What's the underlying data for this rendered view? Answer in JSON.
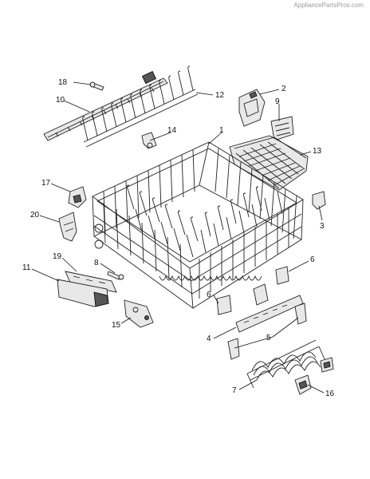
{
  "watermark": "AppliancePartsPros.com",
  "callouts": [
    {
      "id": "c18",
      "label": "18"
    },
    {
      "id": "c10",
      "label": "10"
    },
    {
      "id": "c12",
      "label": "12"
    },
    {
      "id": "c2",
      "label": "2"
    },
    {
      "id": "c9",
      "label": "9"
    },
    {
      "id": "c14",
      "label": "14"
    },
    {
      "id": "c1",
      "label": "1"
    },
    {
      "id": "c13",
      "label": "13"
    },
    {
      "id": "c17",
      "label": "17"
    },
    {
      "id": "c20",
      "label": "20"
    },
    {
      "id": "c3",
      "label": "3"
    },
    {
      "id": "c19",
      "label": "19"
    },
    {
      "id": "c8",
      "label": "8"
    },
    {
      "id": "c11",
      "label": "11"
    },
    {
      "id": "c6a",
      "label": "6"
    },
    {
      "id": "c6b",
      "label": "6"
    },
    {
      "id": "c15",
      "label": "15"
    },
    {
      "id": "c4",
      "label": "4"
    },
    {
      "id": "c5",
      "label": "5"
    },
    {
      "id": "c7",
      "label": "7"
    },
    {
      "id": "c16",
      "label": "16"
    }
  ]
}
